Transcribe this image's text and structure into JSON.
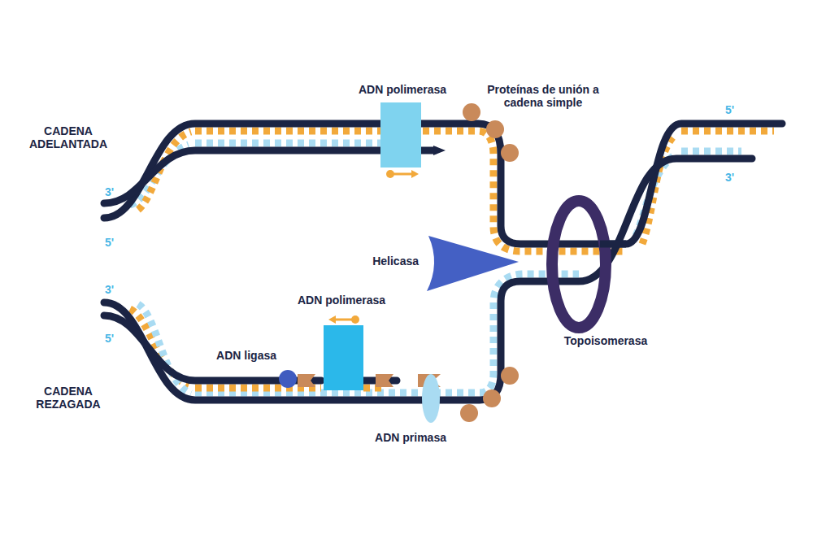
{
  "diagram": {
    "labels": [
      "ADN polimerasa",
      "Proteínas de unión a cadena simple",
      "CADENA ADELANTADA",
      "5'",
      "3'",
      "3'",
      "5'",
      "Helicasa",
      "3'",
      "5'",
      "ADN polimerasa",
      "ADN ligasa",
      "Topoisomerasa",
      "CADENA REZAGADA",
      "ADN primasa"
    ]
  }
}
